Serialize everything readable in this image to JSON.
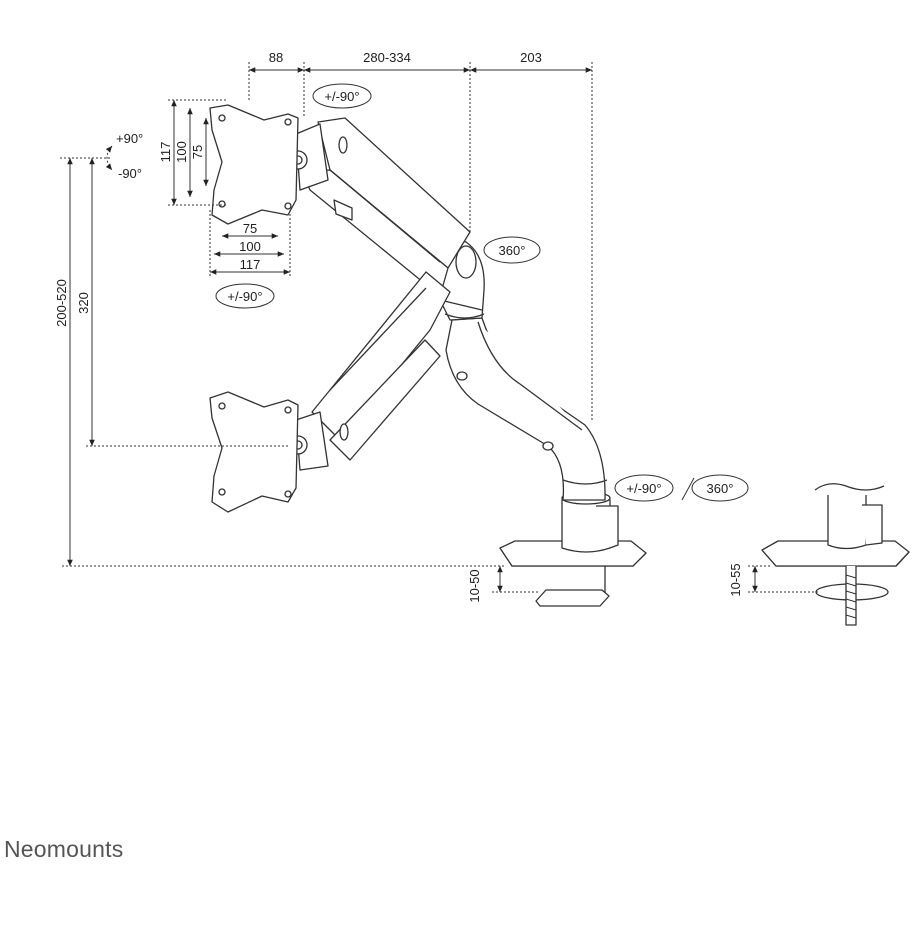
{
  "brand": "Neomounts",
  "dimensions": {
    "plate_offset": "88",
    "arm_length": "280-334",
    "pole_offset": "203",
    "height_range": "200-520",
    "height_lower": "320",
    "vesa_v_117": "117",
    "vesa_v_100": "100",
    "vesa_v_75": "75",
    "vesa_h_75": "75",
    "vesa_h_100": "100",
    "vesa_h_117": "117",
    "clamp_thickness": "10-50",
    "grommet_thickness": "10-55"
  },
  "rotations": {
    "tilt": "+/-90°",
    "rotate_plus": "+90°",
    "rotate_minus": "-90°",
    "swivel_elbow": "360°",
    "plate_swivel": "+/-90°",
    "base_tilt": "+/-90°",
    "base_swivel": "360°"
  }
}
